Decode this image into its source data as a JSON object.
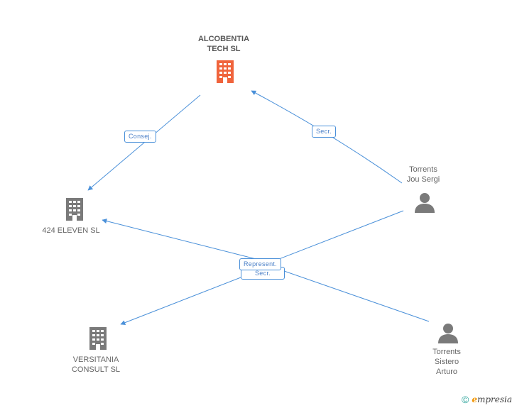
{
  "nodes": {
    "alcobentia": {
      "label": "ALCOBENTIA\nTECH SL",
      "icon": "building-icon",
      "color": "#f0643c"
    },
    "eleven": {
      "label": "424 ELEVEN SL",
      "icon": "building-icon",
      "color": "#7a7a7a"
    },
    "versitania": {
      "label": "VERSITANIA\nCONSULT SL",
      "icon": "building-icon",
      "color": "#7a7a7a"
    },
    "torrents_jou": {
      "label": "Torrents\nJou Sergi",
      "icon": "person-icon",
      "color": "#7a7a7a"
    },
    "torrents_sistero": {
      "label": "Torrents\nSistero\nArturo",
      "icon": "person-icon",
      "color": "#7a7a7a"
    }
  },
  "edges": {
    "consej": "Consej.",
    "secr_top": "Secr.",
    "secr_mid": "Secr.",
    "represent": "Represent."
  },
  "brand": {
    "copyright": "©",
    "name_initial": "e",
    "name_rest": "mpresia"
  },
  "colors": {
    "edge": "#4a90d9",
    "accent": "#f0643c",
    "node": "#7a7a7a"
  }
}
